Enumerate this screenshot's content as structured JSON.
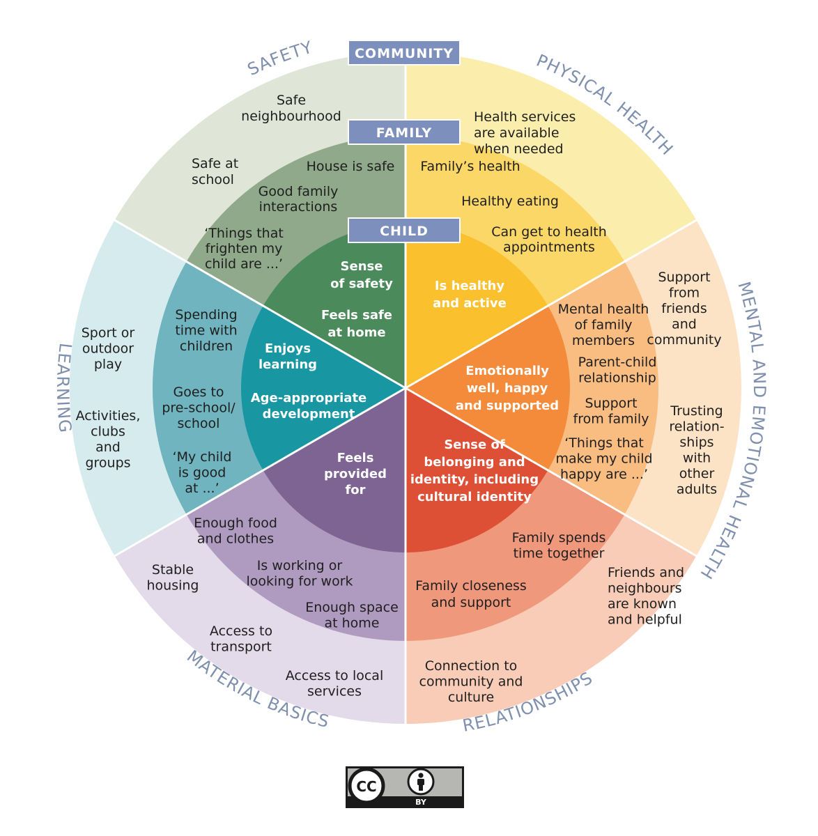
{
  "colors": {
    "safety": [
      "#dfe6d7",
      "#8fa98a",
      "#4b8a5a"
    ],
    "physical": [
      "#fbeead",
      "#fbd767",
      "#fbc02d"
    ],
    "mental": [
      "#fde3c6",
      "#f9bd82",
      "#f38b3b"
    ],
    "relationships": [
      "#f9ccb7",
      "#ef987b",
      "#de5035"
    ],
    "material": [
      "#e3daea",
      "#b09bc0",
      "#7d6493"
    ],
    "learning": [
      "#d6ebed",
      "#6fb4bf",
      "#1897a3"
    ],
    "banner": "#7d8fbd",
    "domain_text": "#7f8fae"
  },
  "banners": {
    "community": "COMMUNITY",
    "family": "FAMILY",
    "child": "CHILD"
  },
  "domains": {
    "safety": "SAFETY",
    "physical": "PHYSICAL HEALTH",
    "mental": "MENTAL AND EMOTIONAL HEALTH",
    "relationships": "RELATIONSHIPS",
    "material": "MATERIAL BASICS",
    "learning": "LEARNING"
  },
  "community": {
    "safety": [
      [
        "Safe",
        "neighbourhood"
      ],
      [
        "Safe at",
        "school"
      ]
    ],
    "physical": [
      [
        "Health  services",
        "are available",
        "when  needed"
      ]
    ],
    "mental": [
      [
        "Support",
        "from",
        "friends",
        "and",
        "community"
      ],
      [
        "Trusting",
        "relation-",
        "ships",
        "with",
        "other",
        "adults"
      ]
    ],
    "relationships": [
      [
        "Friends and",
        "neighbours",
        "are known",
        "and helpful"
      ],
      [
        "Connection to",
        "community and",
        "culture"
      ]
    ],
    "material": [
      [
        "Stable",
        "housing"
      ],
      [
        "Access to",
        "transport"
      ],
      [
        "Access to local",
        "services"
      ]
    ],
    "learning": [
      [
        "Sport or",
        "outdoor",
        "play"
      ],
      [
        "Activities,",
        "clubs",
        "and",
        "groups"
      ]
    ]
  },
  "family": {
    "safety": [
      [
        "House is safe"
      ],
      [
        "Good family",
        "interactions"
      ],
      [
        "‘Things that",
        "frighten my",
        "child are ...’"
      ]
    ],
    "physical": [
      [
        "Family’s health"
      ],
      [
        "Healthy eating"
      ],
      [
        "Can get to health",
        "appointments"
      ]
    ],
    "mental": [
      [
        "Mental health",
        "of family",
        "members"
      ],
      [
        "Parent-child",
        "relationship"
      ],
      [
        "Support",
        "from family"
      ],
      [
        "‘Things that",
        "make my child",
        "happy are ...’"
      ]
    ],
    "relationships": [
      [
        "Family spends",
        "time together"
      ],
      [
        "Family closeness",
        "and support"
      ]
    ],
    "material": [
      [
        "Enough food",
        "and clothes"
      ],
      [
        "Is working or",
        "looking for work"
      ],
      [
        "Enough space",
        "at home"
      ]
    ],
    "learning": [
      [
        "Spending",
        "time with",
        "children"
      ],
      [
        "Goes to",
        "pre-school/",
        "school"
      ],
      [
        "‘My child",
        "is good",
        "at ...’"
      ]
    ]
  },
  "child": {
    "safety": [
      [
        "Sense",
        "of safety"
      ],
      [
        "Feels safe",
        "at home"
      ]
    ],
    "physical": [
      [
        "Is healthy",
        "and active"
      ]
    ],
    "mental": [
      [
        "Emotionally",
        "well, happy",
        "and supported"
      ]
    ],
    "relationships": [
      [
        "Sense of",
        "belonging and",
        "identity, including",
        "cultural identity"
      ]
    ],
    "material": [
      [
        "Feels",
        "provided",
        "for"
      ]
    ],
    "learning": [
      [
        "Enjoys",
        "learning"
      ],
      [
        "Age-appropriate",
        "development"
      ]
    ]
  },
  "license": {
    "cc": "CC",
    "by": "BY"
  }
}
